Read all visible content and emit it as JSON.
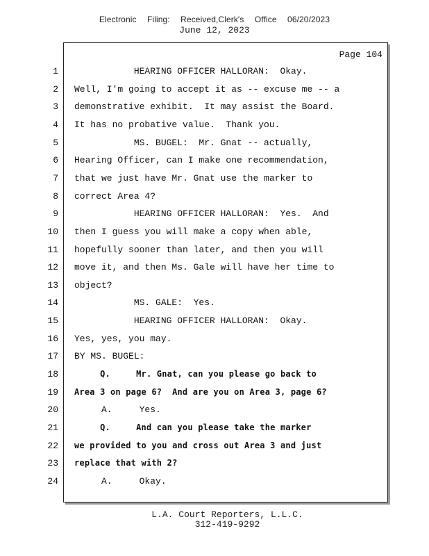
{
  "header": {
    "filing_parts": [
      "Electronic",
      "Filing:",
      "Received,Clerk's",
      "Office",
      "06/20/2023"
    ],
    "date": "June 12, 2023"
  },
  "page_label": "Page 104",
  "lines": [
    {
      "num": "1",
      "text": "           HEARING OFFICER HALLORAN:  Okay.",
      "bold": false
    },
    {
      "num": "2",
      "text": "Well, I'm going to accept it as -- excuse me -- a",
      "bold": false
    },
    {
      "num": "3",
      "text": "demonstrative exhibit.  It may assist the Board.",
      "bold": false
    },
    {
      "num": "4",
      "text": "It has no probative value.  Thank you.",
      "bold": false
    },
    {
      "num": "5",
      "text": "           MS. BUGEL:  Mr. Gnat -- actually,",
      "bold": false
    },
    {
      "num": "6",
      "text": "Hearing Officer, can I make one recommendation,",
      "bold": false
    },
    {
      "num": "7",
      "text": "that we just have Mr. Gnat use the marker to",
      "bold": false
    },
    {
      "num": "8",
      "text": "correct Area 4?",
      "bold": false
    },
    {
      "num": "9",
      "text": "           HEARING OFFICER HALLORAN:  Yes.  And",
      "bold": false
    },
    {
      "num": "10",
      "text": "then I guess you will make a copy when able,",
      "bold": false
    },
    {
      "num": "11",
      "text": "hopefully sooner than later, and then you will",
      "bold": false
    },
    {
      "num": "12",
      "text": "move it, and then Ms. Gale will have her time to",
      "bold": false
    },
    {
      "num": "13",
      "text": "object?",
      "bold": false
    },
    {
      "num": "14",
      "text": "           MS. GALE:  Yes.",
      "bold": false
    },
    {
      "num": "15",
      "text": "           HEARING OFFICER HALLORAN:  Okay.",
      "bold": false
    },
    {
      "num": "16",
      "text": "Yes, yes, you may.",
      "bold": false
    },
    {
      "num": "17",
      "text": "BY MS. BUGEL:",
      "bold": false
    },
    {
      "num": "18",
      "text": "     Q.     Mr. Gnat, can you please go back to",
      "bold": true
    },
    {
      "num": "19",
      "text": "Area 3 on page 6?  And are you on Area 3, page 6?",
      "bold": true
    },
    {
      "num": "20",
      "text": "     A.     Yes.",
      "bold": false
    },
    {
      "num": "21",
      "text": "     Q.     And can you please take the marker",
      "bold": true
    },
    {
      "num": "22",
      "text": "we provided to you and cross out Area 3 and just",
      "bold": true
    },
    {
      "num": "23",
      "text": "replace that with 2?",
      "bold": true
    },
    {
      "num": "24",
      "text": "     A.     Okay.",
      "bold": false
    }
  ],
  "footer": {
    "reporter": "L.A. Court Reporters, L.L.C.",
    "phone": "312-419-9292"
  }
}
